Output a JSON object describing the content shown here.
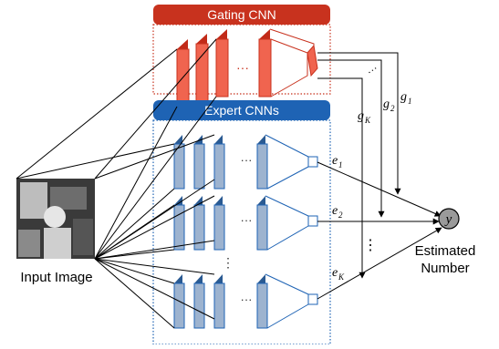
{
  "gating": {
    "title": "Gating CNN",
    "accent": "#c8321e",
    "fill": "#f0644f",
    "outputs": [
      "g_1",
      "g_2",
      "g_K"
    ]
  },
  "experts": {
    "title": "Expert CNNs",
    "accent": "#1e63b4",
    "fill": "#9db3cf",
    "outputs": [
      "e_1",
      "e_2",
      "e_K"
    ]
  },
  "input": {
    "label": "Input Image"
  },
  "output": {
    "symbol": "y",
    "label_line1": "Estimated",
    "label_line2": "Number"
  },
  "ellipsis": {
    "h": "···",
    "v": "⋮"
  }
}
